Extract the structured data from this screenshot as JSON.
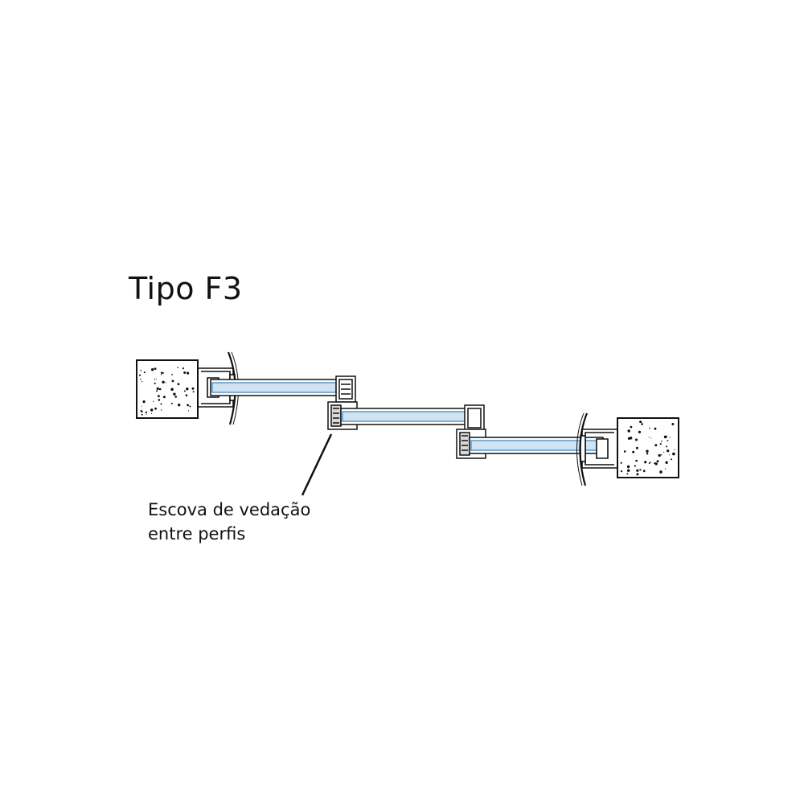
{
  "diagram": {
    "title": "Tipo F3",
    "callout": {
      "line1": "Escova de vedação",
      "line2": "entre perfis"
    }
  },
  "colors": {
    "stroke": "#111111",
    "glass": "#cfe3f2",
    "glass_edge": "#5a9ac8",
    "concrete": "#ffffff"
  }
}
